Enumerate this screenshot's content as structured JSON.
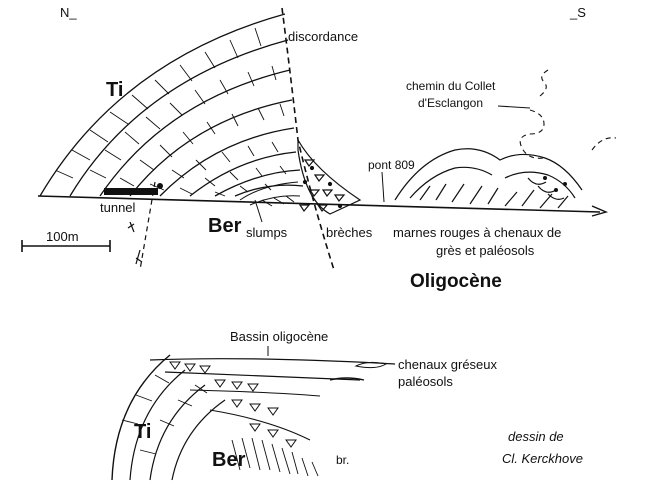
{
  "orientation": {
    "north": "N_",
    "south": "_S"
  },
  "upper_section": {
    "labels": {
      "discordance": "discordance",
      "chemin_line1": "chemin du Collet",
      "chemin_line2": "d'Esclangon",
      "pont": "pont 809",
      "tunnel": "tunnel",
      "slumps": "slumps",
      "breches": "brèches",
      "marnes_line1": "marnes rouges à chenaux de",
      "marnes_line2": "grès et paléosols",
      "ti": "Ti",
      "ber": "Ber",
      "oligocene": "Oligocène"
    },
    "scale_bar": "100m"
  },
  "lower_section": {
    "labels": {
      "bassin": "Bassin oligocène",
      "chenaux": "chenaux gréseux",
      "paleosols": "paléosols",
      "ti": "Ti",
      "ber": "Ber",
      "br": "br."
    }
  },
  "credit": {
    "line1": "dessin de",
    "line2": "Cl. Kerckhove"
  }
}
